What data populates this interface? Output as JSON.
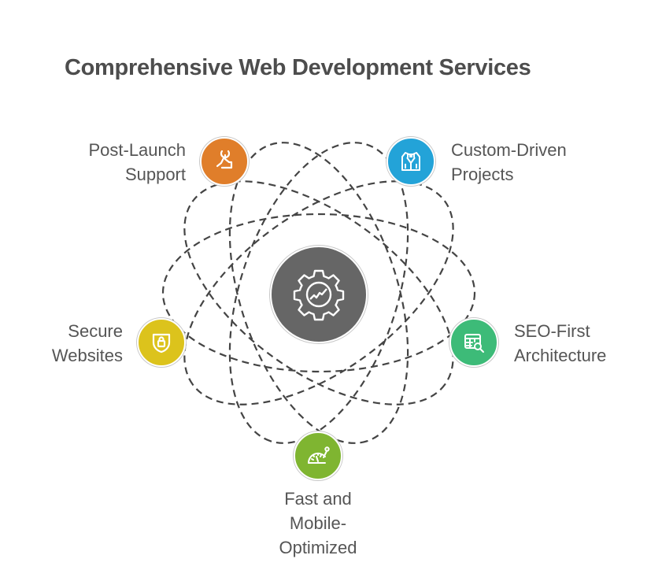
{
  "title": "Comprehensive Web Development Services",
  "hub": {
    "icon": "gear-chart-icon",
    "color": "#666666"
  },
  "services": [
    {
      "id": "post-launch-support",
      "lines": [
        "Post-Launch",
        "Support"
      ],
      "icon": "wrench-hand-icon",
      "color": "#e07e2a"
    },
    {
      "id": "custom-driven-projects",
      "lines": [
        "Custom-Driven",
        "Projects"
      ],
      "icon": "tailored-jacket-icon",
      "color": "#23a3d8"
    },
    {
      "id": "secure-websites",
      "lines": [
        "Secure",
        "Websites"
      ],
      "icon": "shield-lock-icon",
      "color": "#dcc31c"
    },
    {
      "id": "seo-first-architecture",
      "lines": [
        "SEO-First",
        "Architecture"
      ],
      "icon": "table-search-icon",
      "color": "#3dbb78"
    },
    {
      "id": "fast-mobile-optimized",
      "lines": [
        "Fast and",
        "Mobile-",
        "Optimized"
      ],
      "icon": "speedometer-icon",
      "color": "#7fb531"
    }
  ],
  "orbit_color": "#444444"
}
